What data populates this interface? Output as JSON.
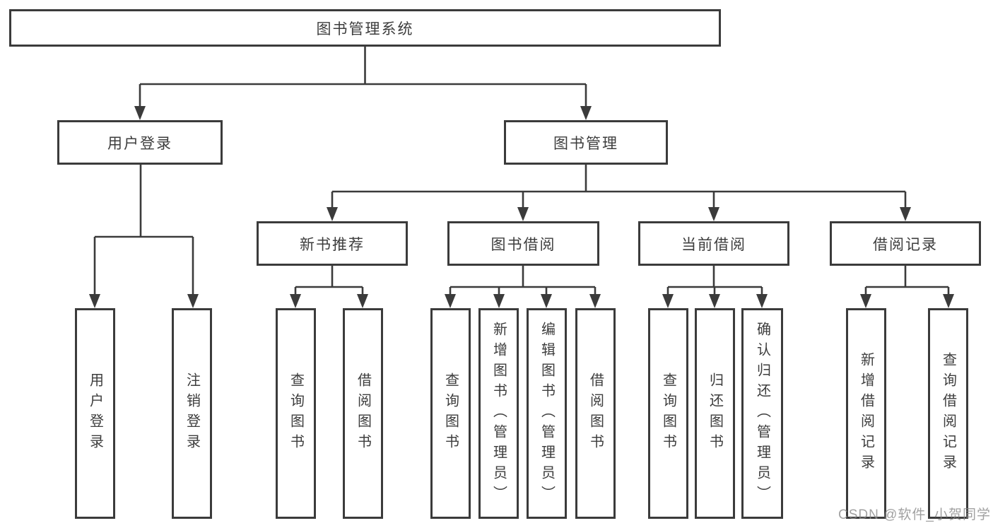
{
  "diagram": {
    "type": "tree",
    "root": {
      "label": "图书管理系统",
      "children": [
        {
          "label": "用户登录",
          "children": [
            {
              "label": "用户登录"
            },
            {
              "label": "注销登录"
            }
          ]
        },
        {
          "label": "图书管理",
          "children": [
            {
              "label": "新书推荐",
              "children": [
                {
                  "label": "查询图书"
                },
                {
                  "label": "借阅图书"
                }
              ]
            },
            {
              "label": "图书借阅",
              "children": [
                {
                  "label": "查询图书"
                },
                {
                  "label": "新增图书（管理员）"
                },
                {
                  "label": "编辑图书（管理员）"
                },
                {
                  "label": "借阅图书"
                }
              ]
            },
            {
              "label": "当前借阅",
              "children": [
                {
                  "label": "查询图书"
                },
                {
                  "label": "归还图书"
                },
                {
                  "label": "确认归还（管理员）"
                }
              ]
            },
            {
              "label": "借阅记录",
              "children": [
                {
                  "label": "新增借阅记录"
                },
                {
                  "label": "查询借阅记录"
                }
              ]
            }
          ]
        }
      ]
    }
  },
  "watermark": {
    "text": "CSDN @软件_小贺同学"
  },
  "colors": {
    "line": "#3b3b3b",
    "box_border": "#3b3b3b",
    "text": "#3d3d3d",
    "background": "#ffffff",
    "watermark": "#868686"
  }
}
